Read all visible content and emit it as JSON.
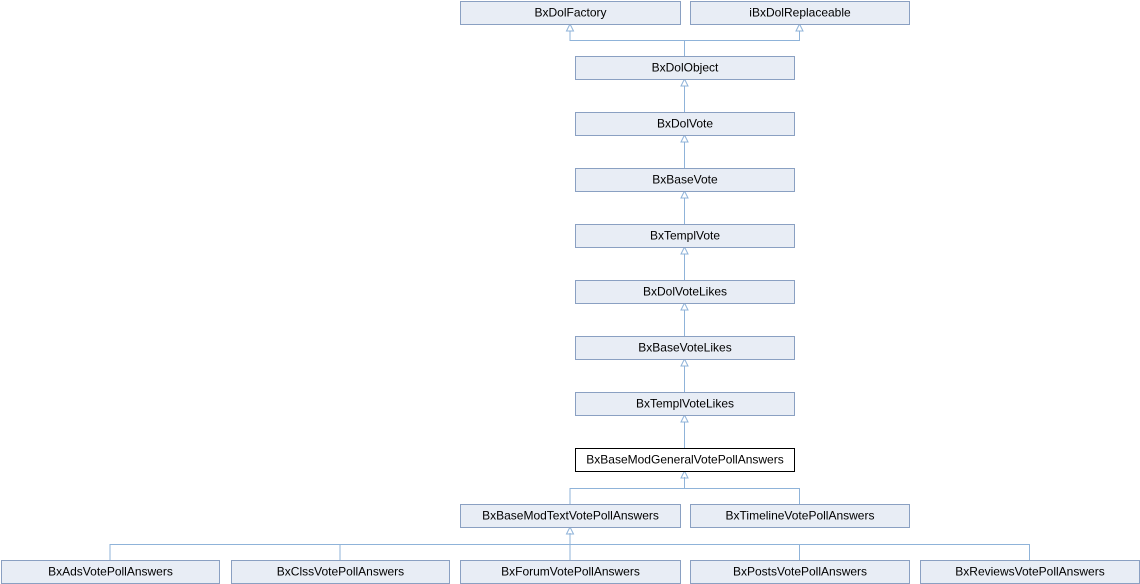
{
  "diagram": {
    "title": "",
    "nodes": [
      {
        "id": "BxDolFactory",
        "label": "BxDolFactory",
        "current": false
      },
      {
        "id": "iBxDolReplaceable",
        "label": "iBxDolReplaceable",
        "current": false
      },
      {
        "id": "BxDolObject",
        "label": "BxDolObject",
        "current": false
      },
      {
        "id": "BxDolVote",
        "label": "BxDolVote",
        "current": false
      },
      {
        "id": "BxBaseVote",
        "label": "BxBaseVote",
        "current": false
      },
      {
        "id": "BxTemplVote",
        "label": "BxTemplVote",
        "current": false
      },
      {
        "id": "BxDolVoteLikes",
        "label": "BxDolVoteLikes",
        "current": false
      },
      {
        "id": "BxBaseVoteLikes",
        "label": "BxBaseVoteLikes",
        "current": false
      },
      {
        "id": "BxTemplVoteLikes",
        "label": "BxTemplVoteLikes",
        "current": false
      },
      {
        "id": "BxBaseModGeneralVotePollAnswers",
        "label": "BxBaseModGeneralVotePollAnswers",
        "current": true
      },
      {
        "id": "BxBaseModTextVotePollAnswers",
        "label": "BxBaseModTextVotePollAnswers",
        "current": false
      },
      {
        "id": "BxTimelineVotePollAnswers",
        "label": "BxTimelineVotePollAnswers",
        "current": false
      },
      {
        "id": "BxAdsVotePollAnswers",
        "label": "BxAdsVotePollAnswers",
        "current": false
      },
      {
        "id": "BxClssVotePollAnswers",
        "label": "BxClssVotePollAnswers",
        "current": false
      },
      {
        "id": "BxForumVotePollAnswers",
        "label": "BxForumVotePollAnswers",
        "current": false
      },
      {
        "id": "BxPostsVotePollAnswers",
        "label": "BxPostsVotePollAnswers",
        "current": false
      },
      {
        "id": "BxReviewsVotePollAnswers",
        "label": "BxReviewsVotePollAnswers",
        "current": false
      }
    ],
    "edges": [
      {
        "child": "BxDolObject",
        "parent": "BxDolFactory"
      },
      {
        "child": "BxDolObject",
        "parent": "iBxDolReplaceable"
      },
      {
        "child": "BxDolVote",
        "parent": "BxDolObject"
      },
      {
        "child": "BxBaseVote",
        "parent": "BxDolVote"
      },
      {
        "child": "BxTemplVote",
        "parent": "BxBaseVote"
      },
      {
        "child": "BxDolVoteLikes",
        "parent": "BxTemplVote"
      },
      {
        "child": "BxBaseVoteLikes",
        "parent": "BxDolVoteLikes"
      },
      {
        "child": "BxTemplVoteLikes",
        "parent": "BxBaseVoteLikes"
      },
      {
        "child": "BxBaseModGeneralVotePollAnswers",
        "parent": "BxTemplVoteLikes"
      },
      {
        "child": "BxBaseModTextVotePollAnswers",
        "parent": "BxBaseModGeneralVotePollAnswers"
      },
      {
        "child": "BxTimelineVotePollAnswers",
        "parent": "BxBaseModGeneralVotePollAnswers"
      },
      {
        "child": "BxAdsVotePollAnswers",
        "parent": "BxBaseModTextVotePollAnswers"
      },
      {
        "child": "BxClssVotePollAnswers",
        "parent": "BxBaseModTextVotePollAnswers"
      },
      {
        "child": "BxForumVotePollAnswers",
        "parent": "BxBaseModTextVotePollAnswers"
      },
      {
        "child": "BxPostsVotePollAnswers",
        "parent": "BxBaseModTextVotePollAnswers"
      },
      {
        "child": "BxReviewsVotePollAnswers",
        "parent": "BxBaseModTextVotePollAnswers"
      }
    ],
    "colors": {
      "node_fill": "#e8edf5",
      "node_border": "#8aa0c2",
      "current_fill": "#ffffff",
      "current_border": "#000000",
      "edge": "#8fb3d9"
    }
  }
}
